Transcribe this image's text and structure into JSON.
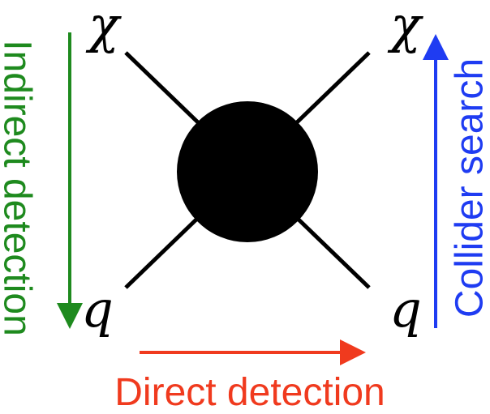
{
  "particles": {
    "top_left": "χ",
    "top_right": "χ",
    "bottom_left": "q",
    "bottom_right": "q"
  },
  "processes": {
    "indirect": {
      "label": "Indirect detection",
      "color": "#1e8a1e"
    },
    "collider": {
      "label": "Collider search",
      "color": "#1f3cf2"
    },
    "direct": {
      "label": "Direct detection",
      "color": "#f03a1e"
    }
  },
  "vertex": {
    "color": "#000000"
  }
}
